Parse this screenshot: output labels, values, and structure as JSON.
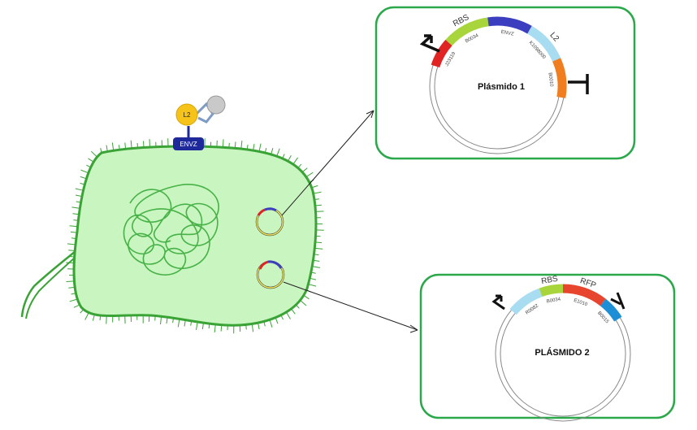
{
  "cell": {
    "membrane_protein_label": "ENVZ",
    "ligand_label": "L2",
    "colors": {
      "cytoplasm": "#c9f5c0",
      "membrane": "#3aa335",
      "dna": "#47b247",
      "ligand": "#f5c31a",
      "protein": "#1e2a9a"
    }
  },
  "plasmid1": {
    "title": "Plásmido 1",
    "parts": [
      {
        "name": "",
        "code": "J23119",
        "color": "#e02424"
      },
      {
        "name": "RBS",
        "code": "B0034",
        "color": "#a7d53b"
      },
      {
        "name": "",
        "code": "ENVZ",
        "color": "#3b3fbf"
      },
      {
        "name": "L2",
        "code": "K1098000",
        "color": "#a8dcf0"
      },
      {
        "name": "",
        "code": "B0010",
        "color": "#f07d1e"
      }
    ]
  },
  "plasmid2": {
    "title": "PLÁSMIDO 2",
    "parts": [
      {
        "name": "",
        "code": "R0082",
        "color": "#a8dcf0"
      },
      {
        "name": "RBS",
        "code": "B0034",
        "color": "#a7d53b"
      },
      {
        "name": "RFP",
        "code": "E1010",
        "color": "#e8452e"
      },
      {
        "name": "",
        "code": "B0015",
        "color": "#1e8fd6"
      }
    ]
  },
  "box_border_color": "#2aa84a"
}
